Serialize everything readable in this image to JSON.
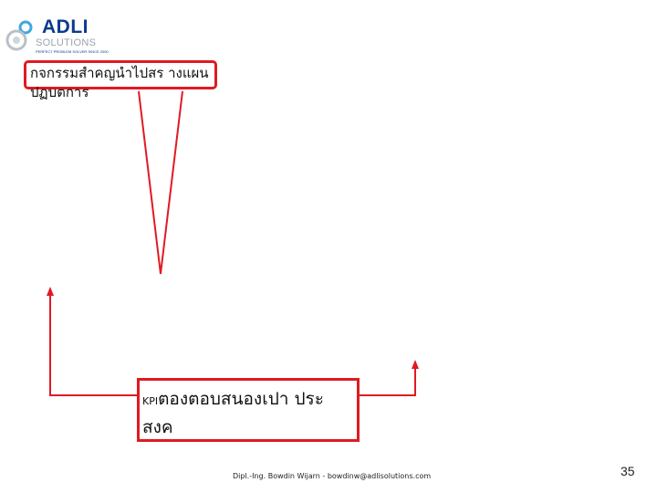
{
  "logo": {
    "title": "ADLI",
    "subtitle": "SOLUTIONS",
    "tagline": "PERFECT PROBLEM SOLVER SINCE 2000",
    "colors": {
      "primary": "#0c3b8c",
      "secondary": "#9aa3ad",
      "accent": "#3fa9e0"
    }
  },
  "diagram": {
    "top_box": {
      "text": "กจกรรมสำคญนำไปสร างแผนปฏบตการ"
    },
    "bottom_box": {
      "kpi_prefix": "KPI",
      "text": "ตองตอบสนองเปา ประสงค"
    },
    "colors": {
      "connector": "#e01a22",
      "box_border": "#e01a22"
    }
  },
  "footer": {
    "text": "Dipl.-Ing. Bowdin Wijarn - bowdinw@adlisolutions.com",
    "page_number": "35"
  }
}
